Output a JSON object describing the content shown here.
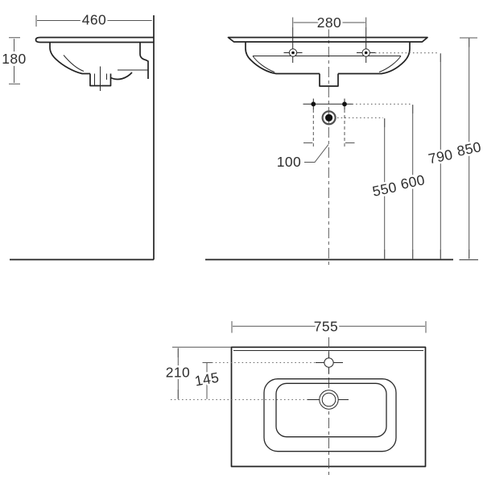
{
  "drawing": {
    "side_view": {
      "width": "460",
      "height": "180"
    },
    "front_view": {
      "tap_hole_spacing": "280",
      "fixing_hole_spacing": "100",
      "waste_outlet_height": "550",
      "fixing_holes_height": "600",
      "tap_hole_height": "790",
      "overall_height": "850"
    },
    "top_view": {
      "width": "755",
      "depth": "210",
      "tap_hole_setback": "145"
    }
  },
  "colors": {
    "background": "#ffffff",
    "outline": "#222222",
    "dimension_lines": "#555555",
    "label_text": "#2e2e2e"
  }
}
